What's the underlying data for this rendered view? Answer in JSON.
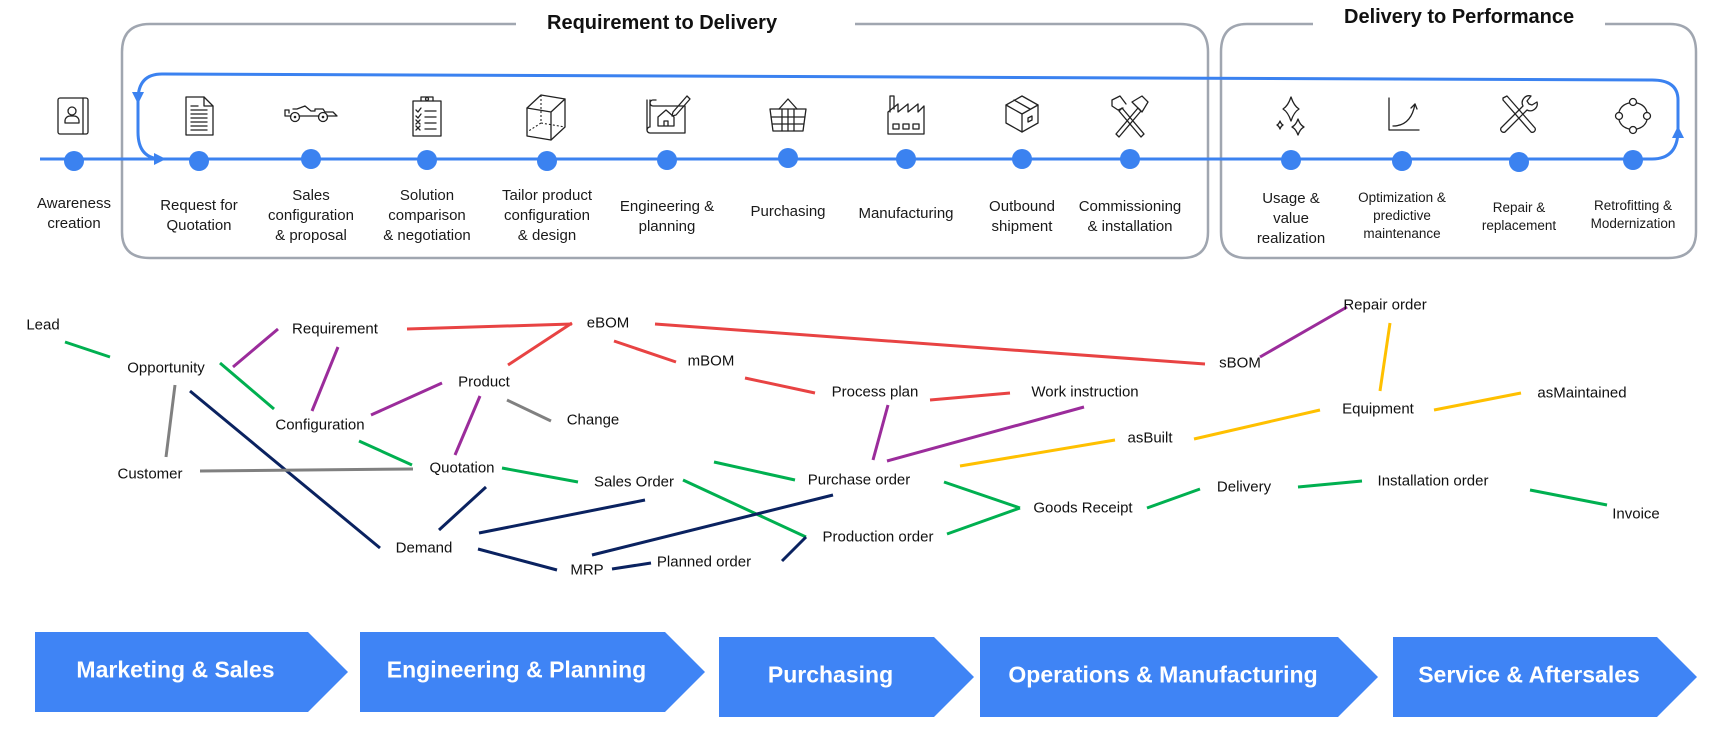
{
  "sections": {
    "requirement_to_delivery": "Requirement to Delivery",
    "delivery_to_performance": "Delivery to Performance"
  },
  "stages": [
    {
      "id": "awareness",
      "label": "Awareness\ncreation",
      "icon": "contact-book-icon"
    },
    {
      "id": "rfq",
      "label": "Request for\nQuotation",
      "icon": "document-icon"
    },
    {
      "id": "sales_config",
      "label": "Sales\nconfiguration\n& proposal",
      "icon": "race-car-icon"
    },
    {
      "id": "solution",
      "label": "Solution\ncomparison\n& negotiation",
      "icon": "checklist-clipboard-icon"
    },
    {
      "id": "tailor",
      "label": "Tailor product\nconfiguration\n& design",
      "icon": "cube-icon"
    },
    {
      "id": "engineering",
      "label": "Engineering &\nplanning",
      "icon": "blueprint-house-icon"
    },
    {
      "id": "purchasing",
      "label": "Purchasing",
      "icon": "shopping-basket-icon"
    },
    {
      "id": "manufacturing",
      "label": "Manufacturing",
      "icon": "factory-icon"
    },
    {
      "id": "outbound",
      "label": "Outbound\nshipment",
      "icon": "package-box-icon"
    },
    {
      "id": "commissioning",
      "label": "Commissioning\n& installation",
      "icon": "hammer-pickaxe-icon"
    },
    {
      "id": "usage",
      "label": "Usage &\nvalue\nrealization",
      "icon": "sparkles-icon"
    },
    {
      "id": "optimization",
      "label": "Optimization &\npredictive\nmaintenance",
      "icon": "growth-chart-icon"
    },
    {
      "id": "repair",
      "label": "Repair &\nreplacement",
      "icon": "wrench-screwdriver-icon"
    },
    {
      "id": "retrofit",
      "label": "Retrofitting &\nModernization",
      "icon": "cycle-nodes-icon"
    }
  ],
  "nodes": {
    "lead": "Lead",
    "opportunity": "Opportunity",
    "customer": "Customer",
    "requirement": "Requirement",
    "configuration": "Configuration",
    "product": "Product",
    "change": "Change",
    "quotation": "Quotation",
    "demand": "Demand",
    "ebom": "eBOM",
    "mbom": "mBOM",
    "process_plan": "Process plan",
    "work_instruction": "Work instruction",
    "sales_order": "Sales Order",
    "mrp": "MRP",
    "planned_order": "Planned order",
    "purchase_order": "Purchase order",
    "production_order": "Production order",
    "goods_receipt": "Goods Receipt",
    "sbom": "sBOM",
    "asbuilt": "asBuilt",
    "repair_order": "Repair order",
    "equipment": "Equipment",
    "asmaintained": "asMaintained",
    "delivery": "Delivery",
    "installation_order": "Installation order",
    "invoice": "Invoice"
  },
  "relation_colors": {
    "sales_flow": "#00b050",
    "engineering": "#e84343",
    "structure": "#9b2c9b",
    "planning": "#0a2260",
    "master_data": "#808080",
    "asset": "#ffc000"
  },
  "edges": [
    {
      "from": "lead",
      "to": "opportunity",
      "type": "sales_flow"
    },
    {
      "from": "opportunity",
      "to": "requirement",
      "type": "structure"
    },
    {
      "from": "opportunity",
      "to": "configuration",
      "type": "sales_flow"
    },
    {
      "from": "opportunity",
      "to": "customer",
      "type": "master_data"
    },
    {
      "from": "opportunity",
      "to": "demand",
      "type": "planning"
    },
    {
      "from": "requirement",
      "to": "configuration",
      "type": "structure"
    },
    {
      "from": "requirement",
      "to": "ebom",
      "type": "engineering"
    },
    {
      "from": "configuration",
      "to": "product",
      "type": "structure"
    },
    {
      "from": "configuration",
      "to": "quotation",
      "type": "sales_flow"
    },
    {
      "from": "customer",
      "to": "quotation",
      "type": "master_data"
    },
    {
      "from": "product",
      "to": "ebom",
      "type": "engineering"
    },
    {
      "from": "product",
      "to": "quotation",
      "type": "structure"
    },
    {
      "from": "product",
      "to": "change",
      "type": "master_data"
    },
    {
      "from": "ebom",
      "to": "mbom",
      "type": "engineering"
    },
    {
      "from": "ebom",
      "to": "sbom",
      "type": "engineering"
    },
    {
      "from": "mbom",
      "to": "process_plan",
      "type": "engineering"
    },
    {
      "from": "process_plan",
      "to": "work_instruction",
      "type": "engineering"
    },
    {
      "from": "process_plan",
      "to": "purchase_order",
      "type": "structure"
    },
    {
      "from": "work_instruction",
      "to": "purchase_order",
      "type": "structure"
    },
    {
      "from": "quotation",
      "to": "sales_order",
      "type": "sales_flow"
    },
    {
      "from": "quotation",
      "to": "demand",
      "type": "planning"
    },
    {
      "from": "demand",
      "to": "sales_order",
      "type": "planning"
    },
    {
      "from": "demand",
      "to": "mrp",
      "type": "planning"
    },
    {
      "from": "sales_order",
      "to": "purchase_order",
      "type": "sales_flow"
    },
    {
      "from": "sales_order",
      "to": "production_order",
      "type": "sales_flow"
    },
    {
      "from": "mrp",
      "to": "purchase_order",
      "type": "planning"
    },
    {
      "from": "mrp",
      "to": "planned_order",
      "type": "planning"
    },
    {
      "from": "planned_order",
      "to": "production_order",
      "type": "planning"
    },
    {
      "from": "purchase_order",
      "to": "goods_receipt",
      "type": "sales_flow"
    },
    {
      "from": "production_order",
      "to": "goods_receipt",
      "type": "sales_flow"
    },
    {
      "from": "purchase_order",
      "to": "asbuilt",
      "type": "asset"
    },
    {
      "from": "asbuilt",
      "to": "equipment",
      "type": "asset"
    },
    {
      "from": "sbom",
      "to": "repair_order",
      "type": "structure"
    },
    {
      "from": "repair_order",
      "to": "equipment",
      "type": "asset"
    },
    {
      "from": "equipment",
      "to": "asmaintained",
      "type": "asset"
    },
    {
      "from": "goods_receipt",
      "to": "delivery",
      "type": "sales_flow"
    },
    {
      "from": "delivery",
      "to": "installation_order",
      "type": "sales_flow"
    },
    {
      "from": "installation_order",
      "to": "invoice",
      "type": "sales_flow"
    }
  ],
  "phases": [
    {
      "id": "marketing",
      "label": "Marketing & Sales"
    },
    {
      "id": "engineering",
      "label": "Engineering & Planning"
    },
    {
      "id": "purchasing",
      "label": "Purchasing"
    },
    {
      "id": "operations",
      "label": "Operations & Manufacturing"
    },
    {
      "id": "service",
      "label": "Service & Aftersales"
    }
  ],
  "colors": {
    "timeline_blue": "#3b82f0",
    "phase_blue": "#3f84f5",
    "frame_gray": "#a0a6b0"
  }
}
